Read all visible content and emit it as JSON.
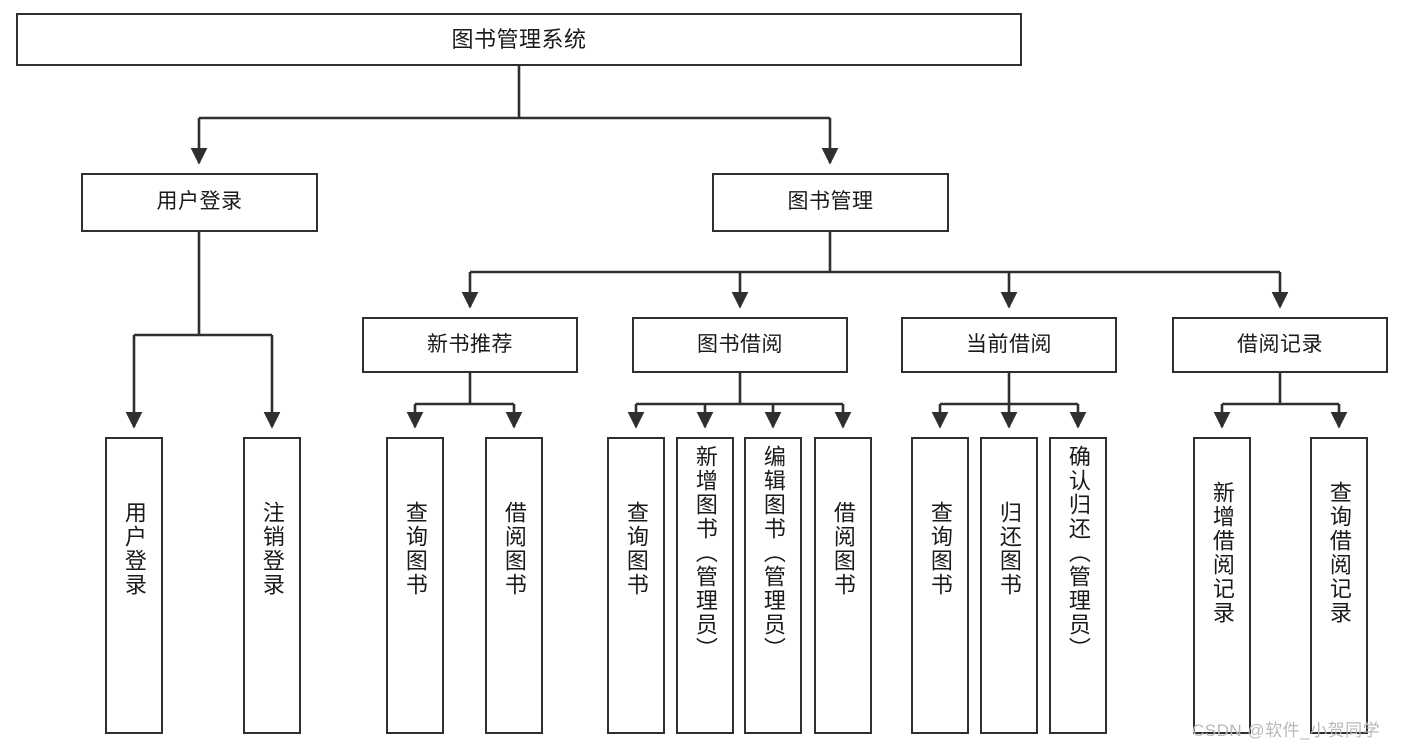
{
  "diagram": {
    "type": "tree",
    "title": "图书管理系统",
    "orientation": "top-down",
    "levels": 4,
    "colors": {
      "node_border": "#2f2f2f",
      "node_fill": "#ffffff",
      "edge": "#2f2f2f",
      "text": "#1a1a1a",
      "watermark": "#b9b9b9",
      "background": "#ffffff"
    }
  },
  "nodes": {
    "root": {
      "label": "图书管理系统"
    },
    "level2": [
      {
        "id": "user-login",
        "label": "用户登录"
      },
      {
        "id": "book-manage",
        "label": "图书管理"
      }
    ],
    "level3": [
      {
        "id": "new-book-recommend",
        "label": "新书推荐",
        "parent": "book-manage"
      },
      {
        "id": "book-borrow",
        "label": "图书借阅",
        "parent": "book-manage"
      },
      {
        "id": "current-borrow",
        "label": "当前借阅",
        "parent": "book-manage"
      },
      {
        "id": "borrow-record",
        "label": "借阅记录",
        "parent": "book-manage"
      }
    ],
    "leaves": [
      {
        "id": "leaf-user-login",
        "label": "用户登录",
        "parent": "user-login"
      },
      {
        "id": "leaf-logout",
        "label": "注销登录",
        "parent": "user-login"
      },
      {
        "id": "leaf-query-book-1",
        "label": "查询图书",
        "parent": "new-book-recommend"
      },
      {
        "id": "leaf-borrow-book-1",
        "label": "借阅图书",
        "parent": "new-book-recommend"
      },
      {
        "id": "leaf-query-book-2",
        "label": "查询图书",
        "parent": "book-borrow"
      },
      {
        "id": "leaf-add-book",
        "label": "新增图书（管理员）",
        "parent": "book-borrow"
      },
      {
        "id": "leaf-edit-book",
        "label": "编辑图书（管理员）",
        "parent": "book-borrow"
      },
      {
        "id": "leaf-borrow-book-2",
        "label": "借阅图书",
        "parent": "book-borrow"
      },
      {
        "id": "leaf-query-book-3",
        "label": "查询图书",
        "parent": "current-borrow"
      },
      {
        "id": "leaf-return-book",
        "label": "归还图书",
        "parent": "current-borrow"
      },
      {
        "id": "leaf-confirm-return",
        "label": "确认归还（管理员）",
        "parent": "current-borrow"
      },
      {
        "id": "leaf-add-record",
        "label": "新增借阅记录",
        "parent": "borrow-record"
      },
      {
        "id": "leaf-query-record",
        "label": "查询借阅记录",
        "parent": "borrow-record"
      }
    ]
  },
  "watermark": {
    "text": "CSDN @软件_小贺同学"
  }
}
